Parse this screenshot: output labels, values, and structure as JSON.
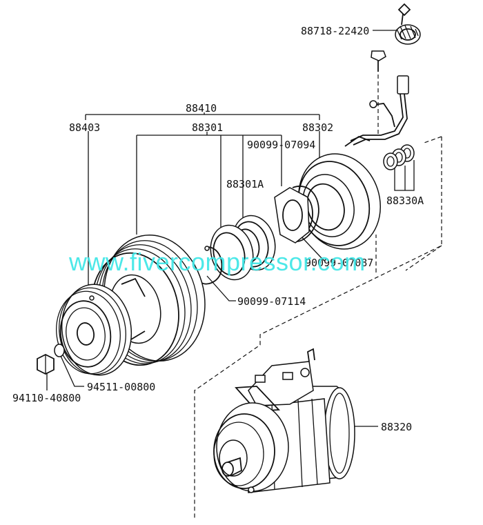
{
  "diagram": {
    "watermark": {
      "text": "www.fivercompressor.com",
      "color": "#3ee6e6"
    },
    "part_labels": {
      "p88718": "88718-22420",
      "p88410": "88410",
      "p88403": "88403",
      "p88301": "88301",
      "p88302": "88302",
      "p90099_07094": "90099-07094",
      "p88301A": "88301A",
      "p88330A": "88330A",
      "p90099_07087": "90099-07087",
      "p90099_07114": "90099-07114",
      "p94511": "94511-00800",
      "p94110": "94110-40800",
      "p88320": "88320"
    }
  }
}
